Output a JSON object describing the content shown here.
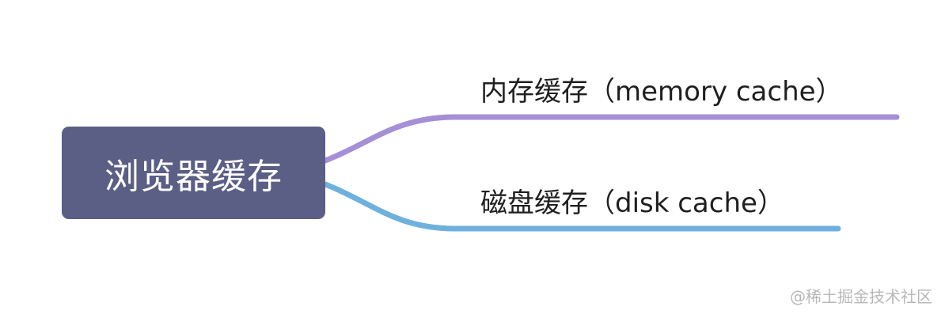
{
  "mindmap": {
    "root": {
      "label": "浏览器缓存",
      "color": "#5b5f85"
    },
    "branches": [
      {
        "label": "内存缓存（memory cache）",
        "color": "#a58fd6"
      },
      {
        "label": "磁盘缓存（disk cache）",
        "color": "#6fb1dd"
      }
    ]
  },
  "watermark": "@稀土掘金技术社区"
}
